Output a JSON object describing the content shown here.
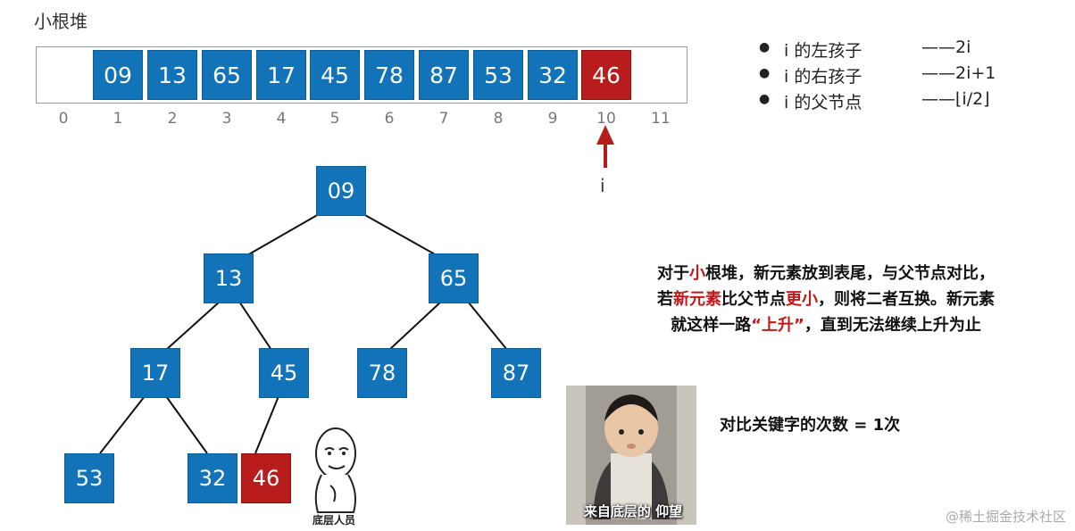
{
  "title": "小根堆",
  "array": {
    "values": [
      "",
      "09",
      "13",
      "65",
      "17",
      "45",
      "78",
      "87",
      "53",
      "32",
      "46",
      ""
    ],
    "indices": [
      "0",
      "1",
      "2",
      "3",
      "4",
      "5",
      "6",
      "7",
      "8",
      "9",
      "10",
      "11"
    ],
    "highlight_index": 10
  },
  "pointer_label": "i",
  "rules": [
    {
      "label": "i 的左孩子",
      "value": "——2i"
    },
    {
      "label": "i 的右孩子",
      "value": "——2i+1"
    },
    {
      "label": "i 的父节点",
      "value": "——⌊i/2⌋"
    }
  ],
  "tree": {
    "nodes": [
      {
        "id": "n1",
        "value": "09"
      },
      {
        "id": "n2",
        "value": "13"
      },
      {
        "id": "n3",
        "value": "65"
      },
      {
        "id": "n4",
        "value": "17"
      },
      {
        "id": "n5",
        "value": "45"
      },
      {
        "id": "n6",
        "value": "78"
      },
      {
        "id": "n7",
        "value": "87"
      },
      {
        "id": "n8",
        "value": "53"
      },
      {
        "id": "n9",
        "value": "32"
      },
      {
        "id": "n10",
        "value": "46",
        "highlight": true
      }
    ]
  },
  "description": {
    "p1": "对于",
    "p2": "小",
    "p3": "根堆，新元素放到表尾，与父节点对比，",
    "p4": "若",
    "p5": "新元素",
    "p6": "比父节点",
    "p7": "更小",
    "p8": "，则将二者互换。新元素",
    "p9": "就这样一路",
    "p10": "“上升”",
    "p11": "，直到无法继续上升为止"
  },
  "compare_count": "对比关键字的次数 = 1次",
  "meme_left_caption": "底层人员",
  "meme_right_caption": "来自底层的 仰望",
  "credit": "@稀土掘金技术社区",
  "colors": {
    "node": "#1273b8",
    "highlight": "#b81c1c",
    "accent_text": "#c41818"
  }
}
